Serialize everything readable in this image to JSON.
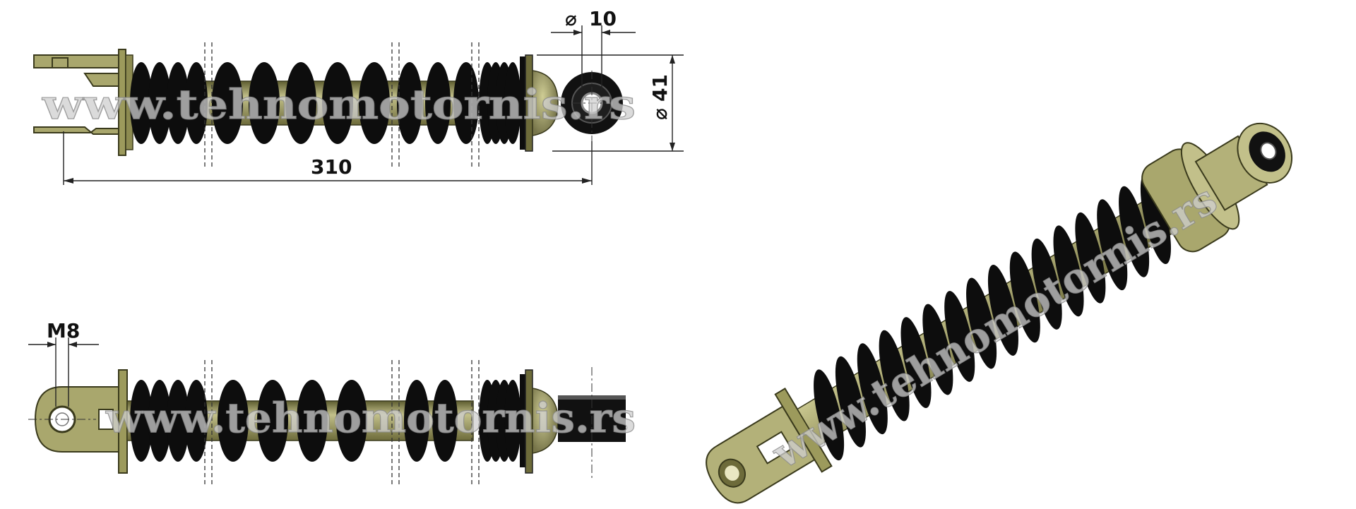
{
  "dimensions": {
    "pin_diameter": {
      "symbol": "⌀",
      "value": "10"
    },
    "body_diameter": {
      "symbol": "⌀",
      "value": "41"
    },
    "overall_length": "310",
    "thread": "M8"
  },
  "watermark": "www.tehnomotornis.rs",
  "colors": {
    "spring": "#0d0d0d",
    "body": "#9c9a5c",
    "body_light": "#c2c08a",
    "body_dark": "#5e5d30",
    "dimension": "#222222"
  }
}
